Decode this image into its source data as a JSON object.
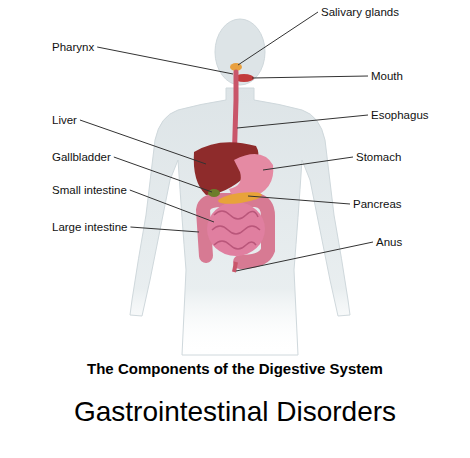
{
  "diagram": {
    "title": "Gastrointestinal Disorders",
    "caption": "The Components of the Digestive System",
    "labels": [
      "Pharynx",
      "Salivary glands",
      "Mouth",
      "Liver",
      "Esophagus",
      "Gallbladder",
      "Stomach",
      "Small intestine",
      "Pancreas",
      "Large intestine",
      "Anus"
    ]
  }
}
